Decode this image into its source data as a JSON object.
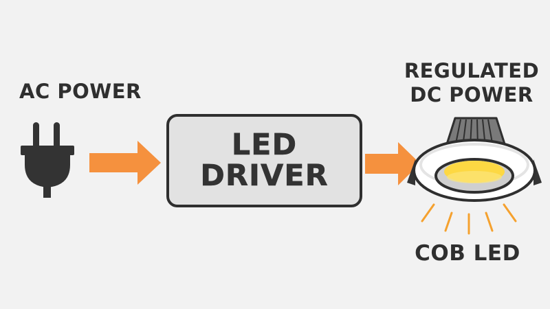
{
  "diagram": {
    "input_label": "AC POWER",
    "block_label_line1": "LED",
    "block_label_line2": "DRIVER",
    "output_label_line1": "REGULATED",
    "output_label_line2": "DC POWER",
    "device_label": "COB LED",
    "icons": {
      "input": "plug-icon",
      "output": "cob-downlight-icon"
    },
    "colors": {
      "arrow": "#f5913e",
      "background": "#f2f2f2",
      "text": "#2f2f2f",
      "block_fill": "#e2e2e2",
      "led_emitter": "#fdd843",
      "light_rays": "#f5a12e"
    }
  }
}
